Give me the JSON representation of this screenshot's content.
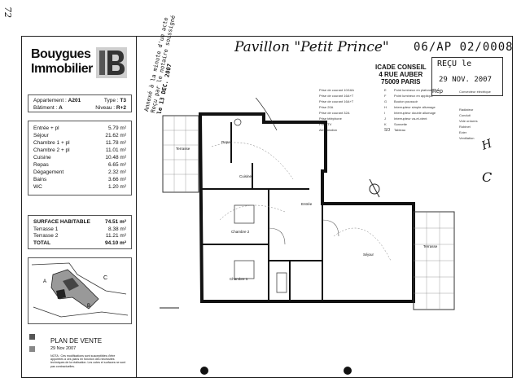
{
  "page_margin_mark": "72",
  "brand": {
    "line1": "Bouygues",
    "line2": "Immobilier"
  },
  "apartment": {
    "appartement_label": "Appartement :",
    "appartement_value": "A201",
    "type_label": "Type :",
    "type_value": "T3",
    "batiment_label": "Bâtiment :",
    "batiment_value": "A",
    "niveau_label": "Niveau :",
    "niveau_value": "R+2"
  },
  "rooms": [
    {
      "name": "Entrée + pl",
      "area": "5.79 m²"
    },
    {
      "name": "Séjour",
      "area": "21.62 m²"
    },
    {
      "name": "Chambre 1 + pl",
      "area": "11.78 m²"
    },
    {
      "name": "Chambre 2 + pl",
      "area": "11.01 m²"
    },
    {
      "name": "Cuisine",
      "area": "10.48 m²"
    },
    {
      "name": "Repas",
      "area": "6.65 m²"
    },
    {
      "name": "Dégagement",
      "area": "2.32 m²"
    },
    {
      "name": "Bains",
      "area": "3.66 m²"
    },
    {
      "name": "WC",
      "area": "1.20 m²"
    }
  ],
  "surfaces": [
    {
      "name": "SURFACE HABITABLE",
      "area": "74.51 m²"
    },
    {
      "name": "Terrasse 1",
      "area": "8.38 m²"
    },
    {
      "name": "Terrasse 2",
      "area": "11.21 m²"
    },
    {
      "name": "TOTAL",
      "area": "94.10 m²"
    }
  ],
  "plan_de_vente": {
    "title": "PLAN DE VENTE",
    "date": "29 Nov 2007",
    "note": "NOTA : Ces modifications sont susceptibles d'être apportées à ces plans en fonction des nécessités techniques de la réalisation. Les cotes et surfaces ne sont pas contractuelles."
  },
  "header": {
    "title": "Pavillon \"Petit Prince\"",
    "reference": "06/AP 02/0008"
  },
  "annex_note": {
    "line1": "Annexé à la minute d'un acte",
    "line2": "Reçu par le notaire soussigné",
    "line3": "le 13 DEC. 2007"
  },
  "recipient": {
    "name": "ICADE CONSEIL",
    "street": "4 RUE AUBER",
    "city": "75009 PARIS"
  },
  "stamp": {
    "label": "REÇU le",
    "date": "29 NOV. 2007",
    "sub": "Rép"
  },
  "plan_labels": {
    "terrasse1": "Terrasse",
    "repas": "Repas",
    "cuisine": "Cuisine",
    "chambre_2": "Chambre 2",
    "chambre_1": "Chambre 1",
    "entree": "Entrée",
    "sejour": "Séjour",
    "terrasse2": "Terrasse"
  },
  "legend_left": [
    "Prise de courant 10/16A",
    "Prise de courant 16A+T",
    "Prise de courant 16A+T",
    "Prise 20A",
    "Prise de courant 32A",
    "Prise téléphone",
    "Prise TV",
    "Alimentation"
  ],
  "legend_right": [
    "Point lumineux en plafond",
    "Point lumineux en applique",
    "Bouton poussoir",
    "Interrupteur simple allumage",
    "Interrupteur double allumage",
    "Interrupteur va-et-vient",
    "Sonnette",
    "Tableau"
  ],
  "legend_far": [
    "Convecteur électrique",
    "Radiateur",
    "Conduit",
    "Vide ordures",
    "Robinet",
    "Evier",
    "Ventilation"
  ],
  "legend_codes": [
    "E",
    "F",
    "G",
    "H",
    "I",
    "J",
    "K",
    "SO"
  ],
  "handwritten": {
    "c": "C",
    "h": "H"
  }
}
